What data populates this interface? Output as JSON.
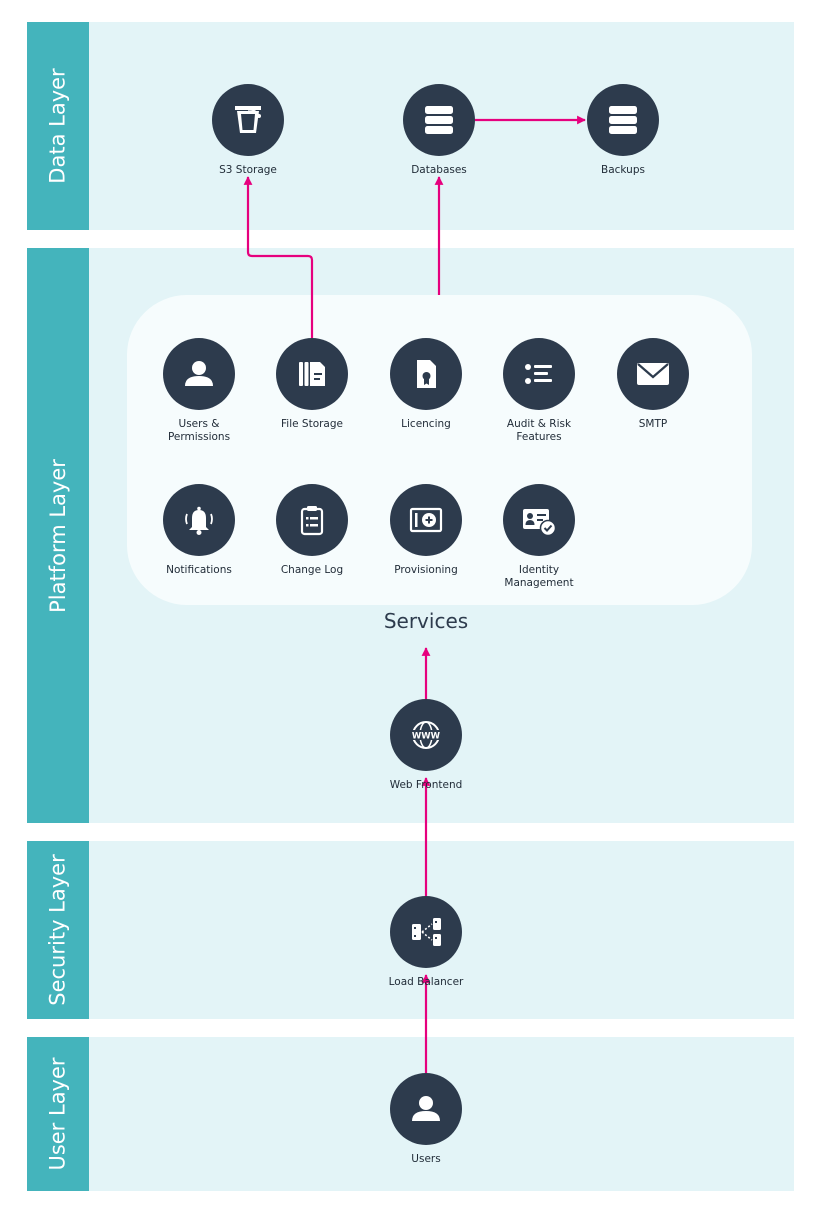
{
  "layers": [
    {
      "title": "Data Layer"
    },
    {
      "title": "Platform Layer"
    },
    {
      "title": "Security Layer"
    },
    {
      "title": "User Layer"
    }
  ],
  "services_label": "Services",
  "nodes": {
    "s3": {
      "label": "S3 Storage",
      "icon": "bucket-icon"
    },
    "db": {
      "label": "Databases",
      "icon": "database-icon"
    },
    "backups": {
      "label": "Backups",
      "icon": "database-icon"
    },
    "users_perms": {
      "label": "Users &\nPermissions",
      "icon": "user-icon"
    },
    "file_storage": {
      "label": "File Storage",
      "icon": "documents-icon"
    },
    "licencing": {
      "label": "Licencing",
      "icon": "certificate-icon"
    },
    "audit": {
      "label": "Audit & Risk\nFeatures",
      "icon": "list-icon"
    },
    "smtp": {
      "label": "SMTP",
      "icon": "envelope-icon"
    },
    "notifications": {
      "label": "Notifications",
      "icon": "bell-icon"
    },
    "change_log": {
      "label": "Change Log",
      "icon": "clipboard-icon"
    },
    "provisioning": {
      "label": "Provisioning",
      "icon": "add-box-icon"
    },
    "identity": {
      "label": "Identity\nManagement",
      "icon": "id-card-icon"
    },
    "web": {
      "label": "Web Frontend",
      "icon": "www-icon"
    },
    "lb": {
      "label": "Load Balancer",
      "icon": "load-balancer-icon"
    },
    "users": {
      "label": "Users",
      "icon": "user-icon"
    }
  },
  "colors": {
    "layer_bg": "#e3f4f7",
    "layer_tab": "#44b4bc",
    "node": "#2d3b4d",
    "arrow": "#e6007e"
  }
}
